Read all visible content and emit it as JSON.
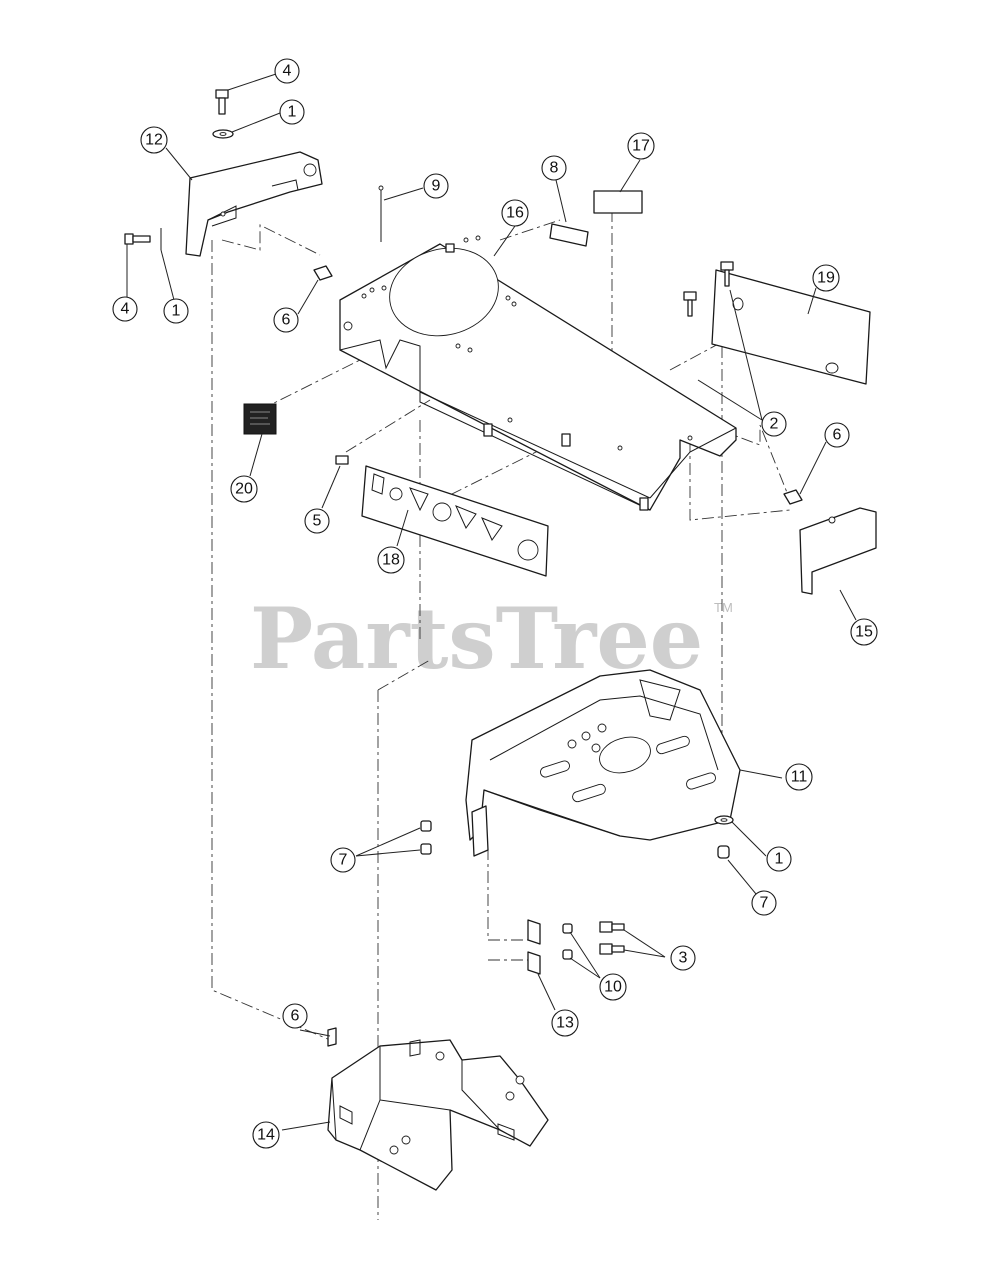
{
  "watermark": {
    "text": "PartsTree",
    "trademark": "TM"
  },
  "callouts": [
    {
      "id": "c4a",
      "label": "4"
    },
    {
      "id": "c1a",
      "label": "1"
    },
    {
      "id": "c12",
      "label": "12"
    },
    {
      "id": "c4b",
      "label": "4"
    },
    {
      "id": "c1b",
      "label": "1"
    },
    {
      "id": "c6a",
      "label": "6"
    },
    {
      "id": "c9",
      "label": "9"
    },
    {
      "id": "c8",
      "label": "8"
    },
    {
      "id": "c16",
      "label": "16"
    },
    {
      "id": "c17",
      "label": "17"
    },
    {
      "id": "c19",
      "label": "19"
    },
    {
      "id": "c2",
      "label": "2"
    },
    {
      "id": "c6b",
      "label": "6"
    },
    {
      "id": "c20",
      "label": "20"
    },
    {
      "id": "c5",
      "label": "5"
    },
    {
      "id": "c18",
      "label": "18"
    },
    {
      "id": "c15",
      "label": "15"
    },
    {
      "id": "c11",
      "label": "11"
    },
    {
      "id": "c7a",
      "label": "7"
    },
    {
      "id": "c1c",
      "label": "1"
    },
    {
      "id": "c7b",
      "label": "7"
    },
    {
      "id": "c3",
      "label": "3"
    },
    {
      "id": "c10",
      "label": "10"
    },
    {
      "id": "c13",
      "label": "13"
    },
    {
      "id": "c6c",
      "label": "6"
    },
    {
      "id": "c14",
      "label": "14"
    }
  ]
}
